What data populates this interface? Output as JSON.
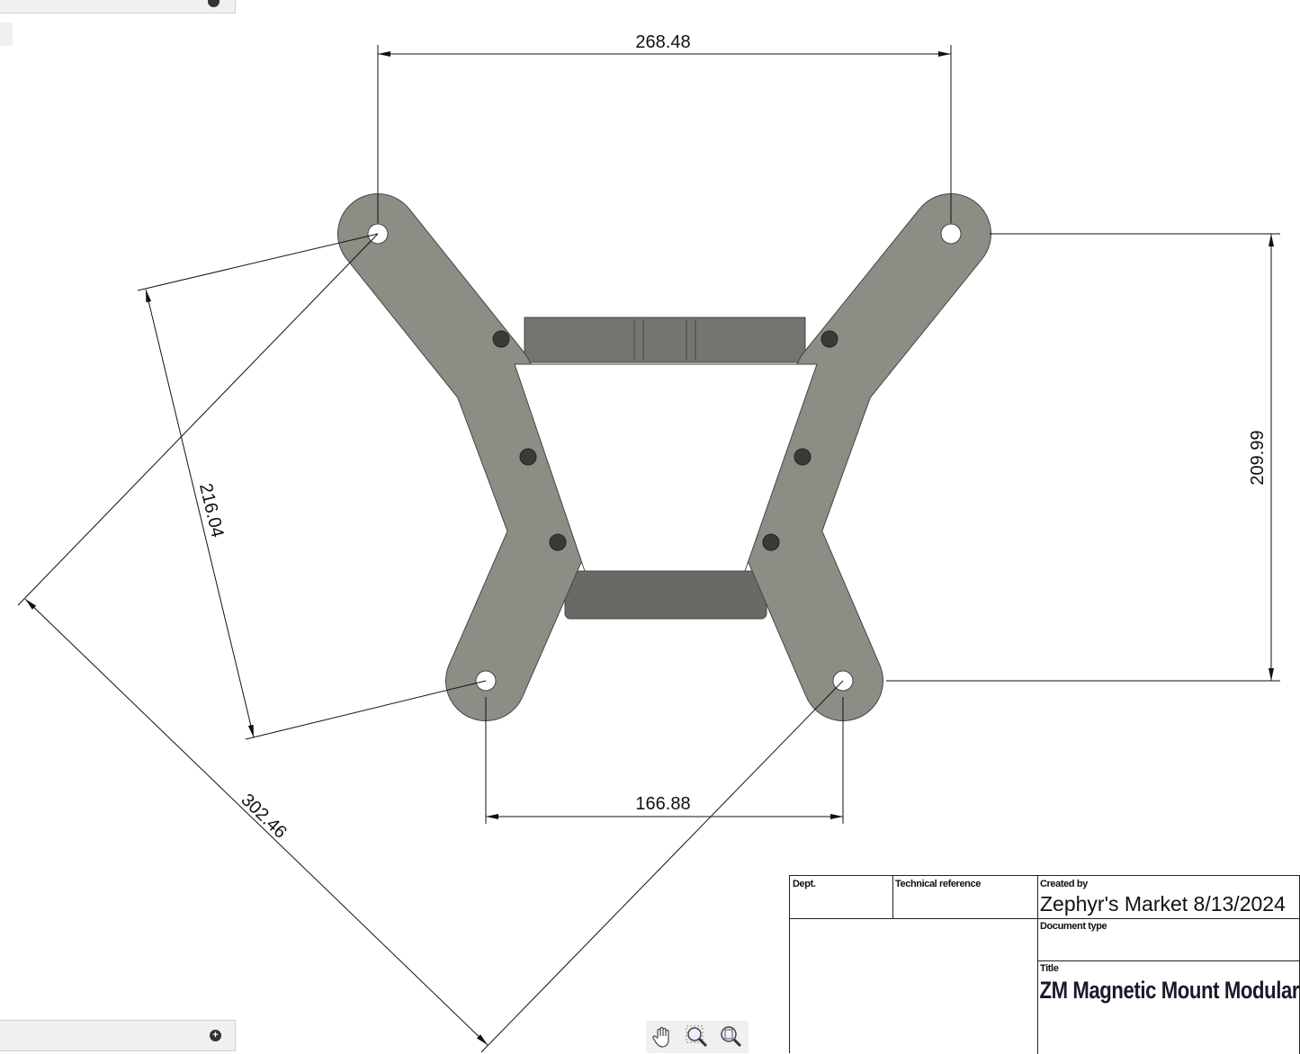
{
  "dimensions": {
    "top_width": "268.48",
    "right_height": "209.99",
    "bottom_width": "166.88",
    "left_side": "216.04",
    "diagonal": "302.46"
  },
  "title_block": {
    "dept_label": "Dept.",
    "tech_ref_label": "Technical reference",
    "created_by_label": "Created by",
    "created_by_value": "Zephyr's Market  8/13/2024",
    "doc_type_label": "Document type",
    "title_label": "Title",
    "title_value": "ZM Magnetic Mount Modular"
  },
  "toolbar": {
    "tools": [
      "pan-icon",
      "zoom-window-icon",
      "zoom-fit-icon"
    ]
  },
  "colors": {
    "part": "#8d8d86",
    "part_dark": "#6e6e68",
    "line": "#111111"
  }
}
